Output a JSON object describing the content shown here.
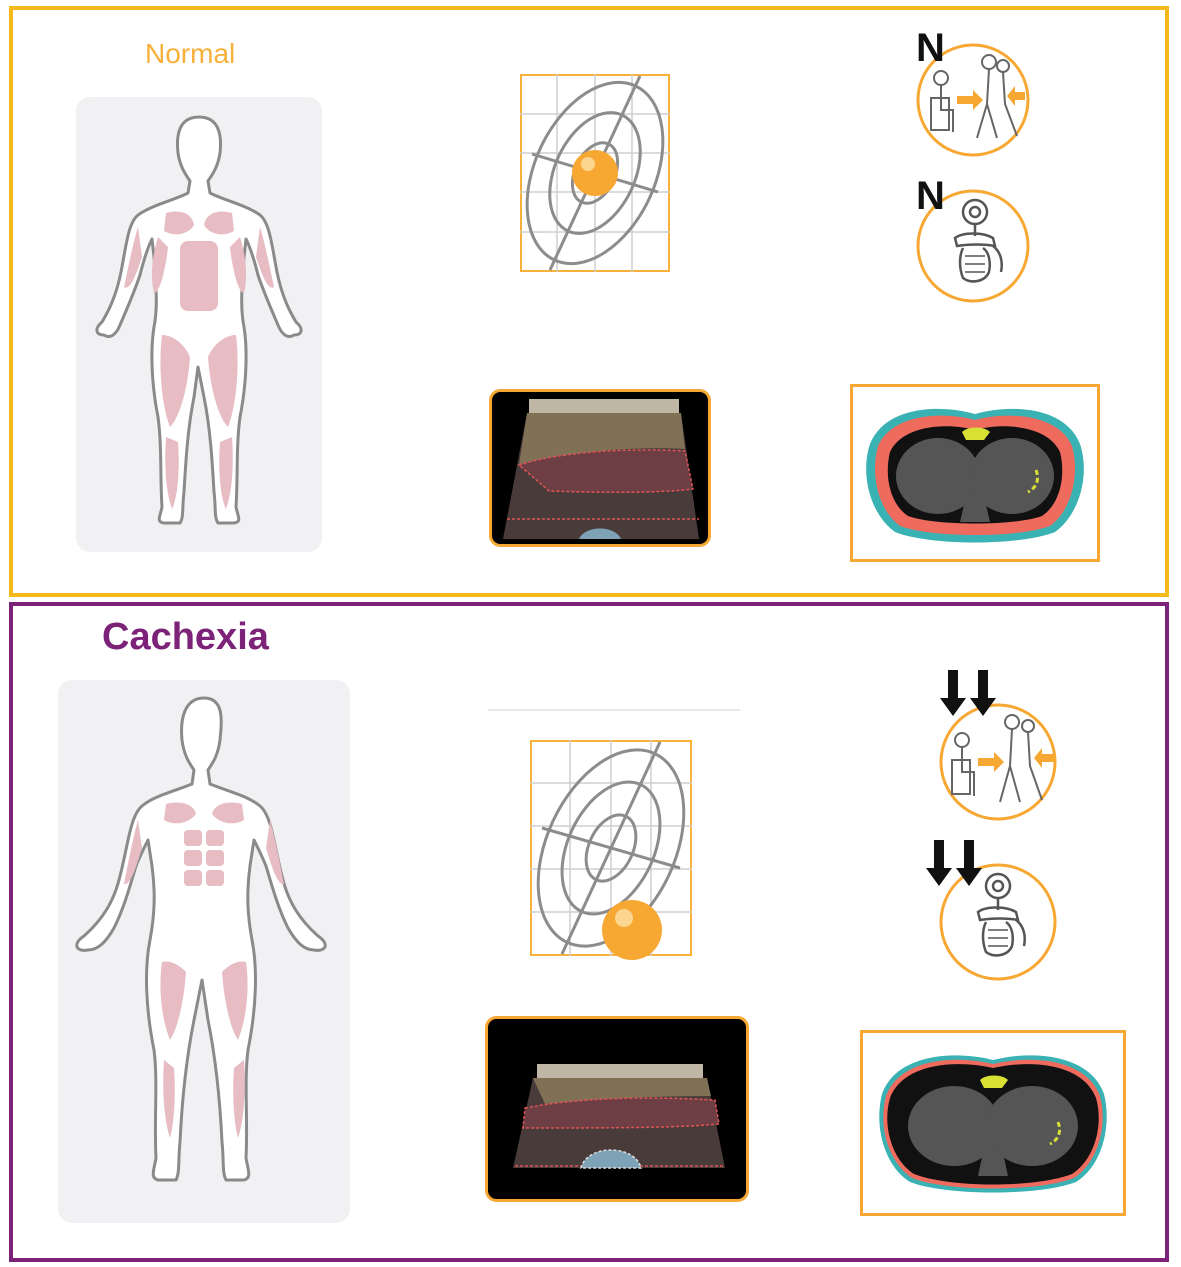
{
  "panels": {
    "normal": {
      "title": "Normal",
      "function_badges": [
        "N",
        "N"
      ]
    },
    "cachexia": {
      "title": "Cachexia",
      "function_indicators": [
        "double-down-arrow",
        "double-down-arrow"
      ]
    }
  },
  "colors": {
    "normal_accent": "#f5b91a",
    "cachexia_accent": "#7c2279",
    "muscle": "#e7bcc3",
    "body_outline": "#8a8a8a",
    "panel_bg": "#f1f1f3",
    "highlight_orange": "#f7a833"
  },
  "icons": {
    "body": "human-body-silhouette-icon",
    "phase_angle": "bioimpedance-ellipse-graph-icon",
    "gait": "sit-to-stand-walking-test-icon",
    "grip": "handgrip-dynamometer-icon",
    "ultrasound": "muscle-ultrasound-image-icon",
    "ct": "ct-cross-section-icon"
  }
}
